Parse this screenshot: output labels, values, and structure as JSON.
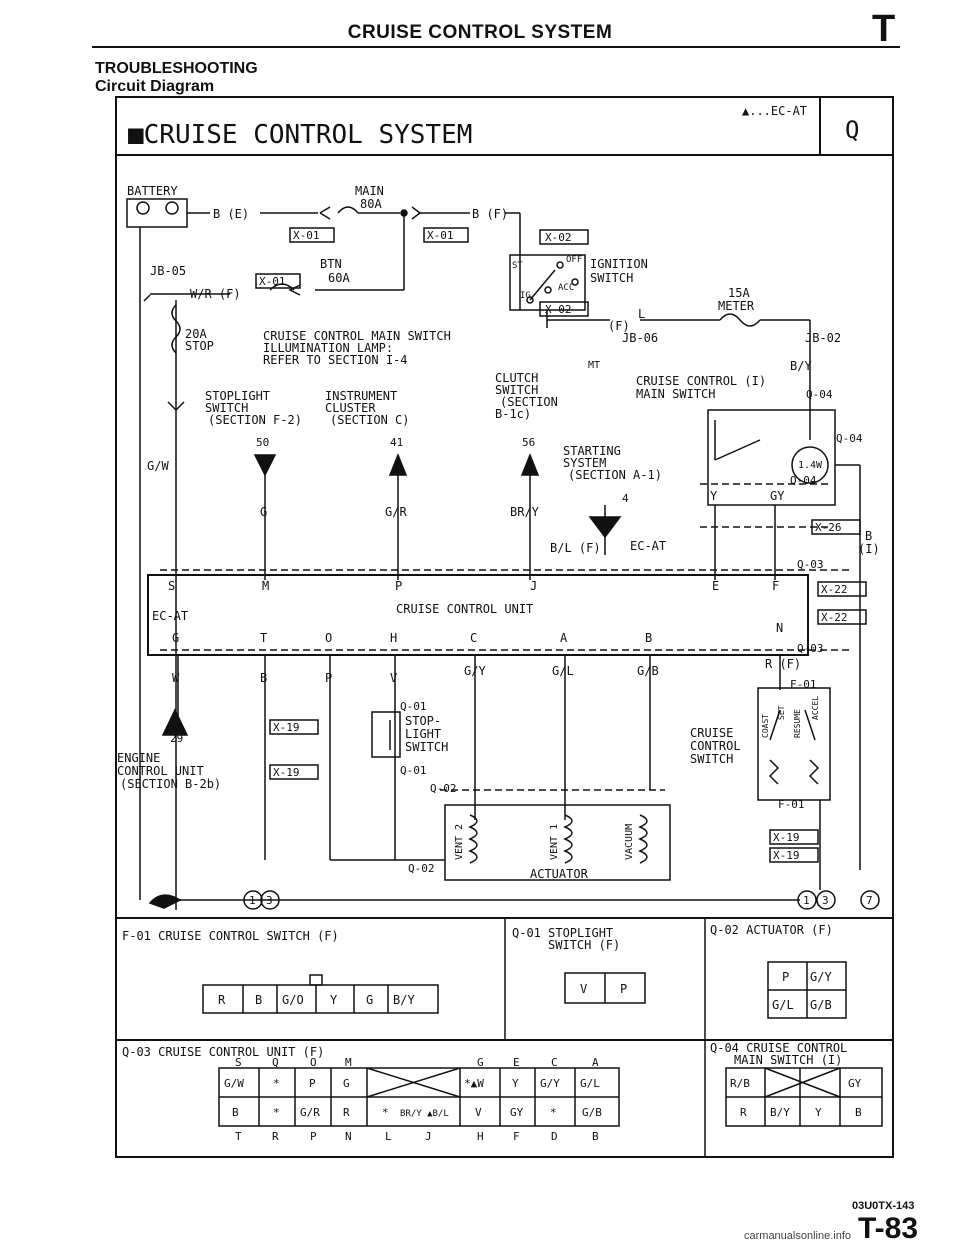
{
  "header": {
    "title": "CRUISE CONTROL SYSTEM",
    "section_letter": "T",
    "section": "TROUBLESHOOTING",
    "subsection": "Circuit Diagram"
  },
  "diagram": {
    "title": "■CRUISE CONTROL SYSTEM",
    "note": "▲...EC-AT",
    "variant": "Q",
    "battery": "BATTERY",
    "main_fuse": [
      "MAIN",
      "80A"
    ],
    "btn_fuse": [
      "BTN",
      "60A"
    ],
    "jb05": "JB-05",
    "b_e": "B (E)",
    "b_f": "B (F)",
    "wr_f": "W/R (F)",
    "stop_fuse": [
      "20A",
      "STOP"
    ],
    "ign_switch": [
      "IGNITION",
      "SWITCH"
    ],
    "ign_positions": [
      "ST",
      "OFF",
      "IG",
      "ACC"
    ],
    "lamp_note": [
      "CRUISE CONTROL MAIN SWITCH",
      "ILLUMINATION LAMP:",
      "REFER TO SECTION I-4"
    ],
    "meter_fuse": [
      "15A",
      "METER"
    ],
    "l_f": "L",
    "f": "(F)",
    "jb06": "JB-06",
    "jb02": "JB-02",
    "mt": "MT",
    "by": "B/Y",
    "clutch": [
      "CLUTCH",
      "SWITCH",
      "(SECTION",
      "B-1c)"
    ],
    "main_switch_lbl": [
      "CRUISE CONTROL (I)",
      "MAIN SWITCH"
    ],
    "stoplight_sw": [
      "STOPLIGHT",
      "SWITCH",
      "(SECTION F-2)"
    ],
    "cluster": [
      "INSTRUMENT",
      "CLUSTER",
      "(SECTION C)"
    ],
    "starting": [
      "STARTING",
      "SYSTEM",
      "(SECTION A-1)"
    ],
    "gw": "G/W",
    "nums": [
      "50",
      "41",
      "56",
      "4",
      "29",
      "1.4W"
    ],
    "wires_upper": [
      "G",
      "G/R",
      "BR/Y",
      "Y",
      "GY",
      "B",
      "(I)",
      "B/L (F)",
      "EC-AT"
    ],
    "ccu": "CRUISE CONTROL UNIT",
    "ccu_top_pins": [
      "S",
      "M",
      "P",
      "J",
      "E",
      "F"
    ],
    "ccu_bot_pins": [
      "G",
      "T",
      "O",
      "H",
      "C",
      "A",
      "B",
      "N"
    ],
    "ecat": "EC-AT",
    "wires_lower": [
      "W",
      "B",
      "P",
      "V",
      "G/Y",
      "G/L",
      "G/B",
      "R (F)"
    ],
    "engine_unit": [
      "ENGINE",
      "CONTROL UNIT",
      "(SECTION B-2b)"
    ],
    "stoplight_box": [
      "STOP-",
      "LIGHT",
      "SWITCH"
    ],
    "cc_switch": [
      "CRUISE",
      "CONTROL",
      "SWITCH"
    ],
    "cc_switch_pos": [
      "COAST",
      "SET",
      "RESUME",
      "ACCEL"
    ],
    "actuator": "ACTUATOR",
    "coils": [
      "VENT 2",
      "VENT 1",
      "VACUUM"
    ],
    "ground_nums": [
      "1",
      "3",
      "7"
    ],
    "conn_tags": [
      "X-01",
      "X-02",
      "X-19",
      "X-22",
      "X-26",
      "Q-01",
      "Q-02",
      "Q-03",
      "Q-04",
      "F-01"
    ]
  },
  "connectors": {
    "f01": {
      "title": "F-01 CRUISE CONTROL SWITCH (F)",
      "pins": [
        "R",
        "B",
        "G/O",
        "Y",
        "G",
        "B/Y"
      ]
    },
    "q01": {
      "title": [
        "Q-01 STOPLIGHT",
        "SWITCH (F)"
      ],
      "pins": [
        "V",
        "P"
      ]
    },
    "q02": {
      "title": "Q-02 ACTUATOR (F)",
      "pins": [
        "P",
        "G/Y",
        "G/L",
        "G/B"
      ]
    },
    "q03": {
      "title": "Q-03 CRUISE CONTROL UNIT (F)",
      "top_letters": [
        "S",
        "Q",
        "O",
        "M",
        "G",
        "E",
        "C",
        "A"
      ],
      "row1": [
        "G/W",
        "*",
        "P",
        "G",
        "",
        "*▲W",
        "Y",
        "G/Y",
        "G/L"
      ],
      "row2": [
        "B",
        "*",
        "G/R",
        "R",
        "*",
        "BR/Y ▲B/L",
        "V",
        "GY",
        "*",
        "G/B"
      ],
      "bottom_letters": [
        "T",
        "R",
        "P",
        "N",
        "L",
        "J",
        "H",
        "F",
        "D",
        "B"
      ]
    },
    "q04": {
      "title": [
        "Q-04 CRUISE CONTROL",
        "MAIN SWITCH (I)"
      ],
      "row1": [
        "R/B",
        "GY"
      ],
      "row2": [
        "R",
        "B/Y",
        "Y",
        "B"
      ]
    }
  },
  "footer": {
    "code": "03U0TX-143",
    "page": "T-83",
    "watermark": "carmanualsonline.info"
  }
}
